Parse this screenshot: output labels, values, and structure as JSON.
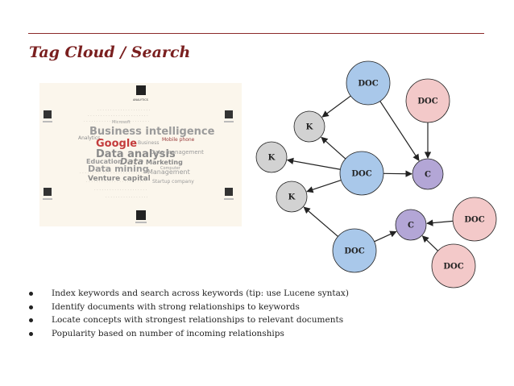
{
  "slide": {
    "title": "Tag Cloud / Search"
  },
  "tag_cloud": {
    "words": [
      "Business intelligence",
      "Google",
      "Data analysis",
      "Data mining",
      "Data",
      "Marketing",
      "Education",
      "Venture capital",
      "Management",
      "Data management",
      "Microsoft",
      "Mobile phone",
      "Analytics",
      "Startup company",
      "Computer",
      "Business"
    ],
    "icon_labels": [
      "ANALYTICS"
    ]
  },
  "diagram": {
    "nodes": [
      {
        "id": "doc1",
        "label": "DOC",
        "kind": "doc"
      },
      {
        "id": "doc_top_right",
        "label": "DOC",
        "kind": "concept_doc"
      },
      {
        "id": "k1",
        "label": "K",
        "kind": "keyword"
      },
      {
        "id": "k2",
        "label": "K",
        "kind": "keyword"
      },
      {
        "id": "doc_center",
        "label": "DOC",
        "kind": "doc"
      },
      {
        "id": "c1",
        "label": "C",
        "kind": "concept"
      },
      {
        "id": "k3",
        "label": "K",
        "kind": "keyword"
      },
      {
        "id": "doc_mid_right",
        "label": "DOC",
        "kind": "concept_doc"
      },
      {
        "id": "c2",
        "label": "C",
        "kind": "concept"
      },
      {
        "id": "doc_bottom",
        "label": "DOC",
        "kind": "doc"
      },
      {
        "id": "doc_bottom_right",
        "label": "DOC",
        "kind": "concept_doc"
      }
    ],
    "edges": [
      {
        "from": "doc1",
        "to": "k1"
      },
      {
        "from": "doc1",
        "to": "c1"
      },
      {
        "from": "doc_top_right",
        "to": "c1"
      },
      {
        "from": "doc_center",
        "to": "k1"
      },
      {
        "from": "doc_center",
        "to": "k2"
      },
      {
        "from": "doc_center",
        "to": "k3"
      },
      {
        "from": "doc_center",
        "to": "c1"
      },
      {
        "from": "doc_bottom",
        "to": "k3"
      },
      {
        "from": "doc_bottom",
        "to": "c2"
      },
      {
        "from": "doc_mid_right",
        "to": "c2"
      },
      {
        "from": "doc_bottom_right",
        "to": "c2"
      }
    ],
    "colors": {
      "doc": "#a9c8ea",
      "concept_doc": "#f3c9c9",
      "keyword": "#d2d2d2",
      "concept": "#b3a6d6",
      "stroke": "#222222"
    }
  },
  "bullets": [
    "Index keywords and search across keywords (tip: use Lucene syntax)",
    "Identify documents with strong relationships to keywords",
    "Locate concepts with strongest relationships to relevant documents",
    "Popularity based on number of incoming relationships"
  ]
}
